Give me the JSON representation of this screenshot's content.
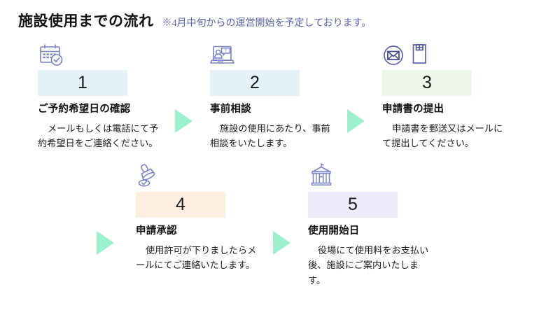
{
  "header": {
    "title": "施設使用までの流れ",
    "subtitle": "※4月中旬からの運営開始を予定しております。",
    "subtitle_color": "#5b64ad"
  },
  "theme": {
    "arrow_color": "#9cf0cd",
    "icon_color": "#7b84c8",
    "text_color": "#1b1b1b"
  },
  "steps": [
    {
      "number": "1",
      "title": "ご予約希望日の確認",
      "description": "メールもしくは電話にて予約希望日をご連絡ください。",
      "badge_color": "#e4f2f7",
      "icon": "calendar-check-icon",
      "row": "top"
    },
    {
      "number": "2",
      "title": "事前相談",
      "description": "施設の使用にあたり、事前相談をいたします。",
      "badge_color": "#e4f2f7",
      "icon": "laptop-consultation-icon",
      "row": "top"
    },
    {
      "number": "3",
      "title": "申請書の提出",
      "description": "申請書を郵送又はメールにて提出してください。",
      "badge_color": "#eef5e9",
      "icon": "mail-document-icon",
      "row": "top"
    },
    {
      "number": "4",
      "title": "申請承認",
      "description": "使用許可が下りましたらメールにてご連絡いたします。",
      "badge_color": "#fdeee0",
      "icon": "stamp-approval-icon",
      "row": "bottom"
    },
    {
      "number": "5",
      "title": "使用開始日",
      "description": "役場にて使用料をお支払い後、施設にご案内いたします。",
      "badge_color": "#eeeafa",
      "icon": "government-building-icon",
      "row": "bottom"
    }
  ],
  "arrows": [
    {
      "name": "arrow-step1-to-step2"
    },
    {
      "name": "arrow-step2-to-step3"
    },
    {
      "name": "arrow-step3-to-step4"
    },
    {
      "name": "arrow-step4-to-step5"
    }
  ]
}
